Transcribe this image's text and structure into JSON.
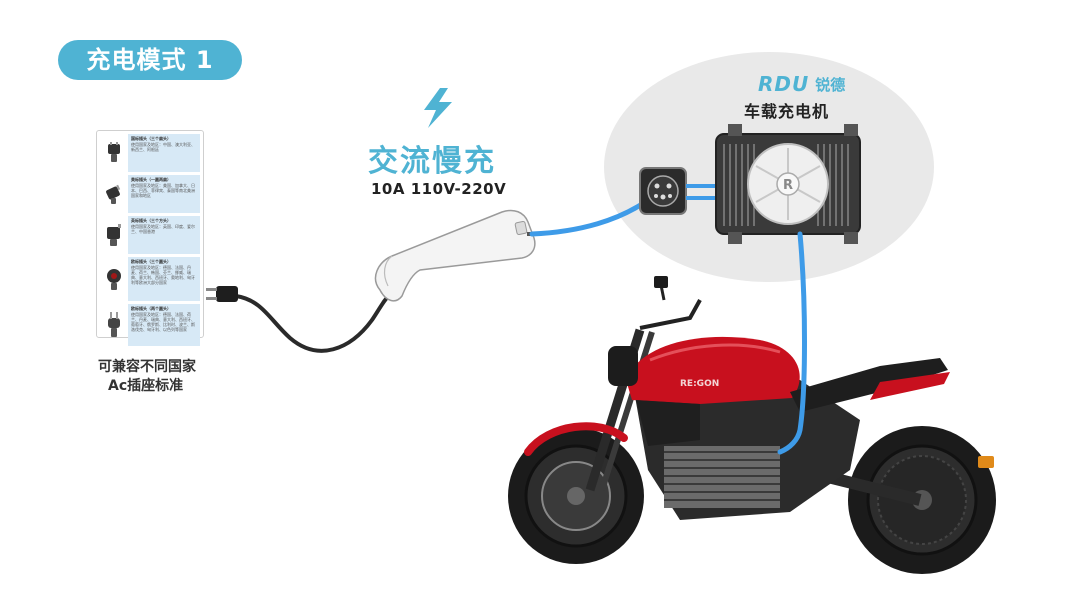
{
  "header": {
    "mode_label": "充电模式 1"
  },
  "plug_standards": {
    "items": [
      {
        "icon": "plug-type-1-icon",
        "title": "国标插头（三个扁头）",
        "desc": "使用国家及地区：中国、澳大利亚、新西兰、阿根廷"
      },
      {
        "icon": "plug-type-2-icon",
        "title": "美标插头（一圆两扁）",
        "desc": "使用国家及地区：美国、加拿大、日本、巴西、菲律宾、泰国等南北美洲国家和地区"
      },
      {
        "icon": "plug-type-3-icon",
        "title": "英标插头（三个方头）",
        "desc": "使用国家及地区：英国、印度、爱尔兰、中国香港"
      },
      {
        "icon": "plug-type-4-icon",
        "title": "欧标插头（三个圆头）",
        "desc": "使用国家及地区：德国、法国、丹麦、荷兰、韩国、芬兰、挪威、瑞典、意大利、西班牙、奥地利、匈牙利等欧洲大部分国家"
      },
      {
        "icon": "plug-type-5-icon",
        "title": "欧标插头（两个圆头）",
        "desc": "使用国家及地区：德国、法国、荷兰、丹麦、瑞典、意大利、西班牙、葡萄牙、俄罗斯、比利时、波兰、斯洛伐克、匈牙利、以色列等国家"
      }
    ],
    "compat_line1": "可兼容不同国家",
    "compat_line2": "Ac插座标准"
  },
  "ac_charge": {
    "title": "交流慢充",
    "spec": "10A 110V-220V"
  },
  "charger": {
    "brand_logo": "RDU",
    "brand_name": "锐德",
    "label": "车载充电机"
  },
  "motorcycle": {
    "tank_badge": "RE:GON"
  },
  "colors": {
    "accent": "#4fb3d3",
    "cable": "#3e9be8",
    "bubble": "#e9e9e9",
    "bike_red": "#c8101e"
  }
}
